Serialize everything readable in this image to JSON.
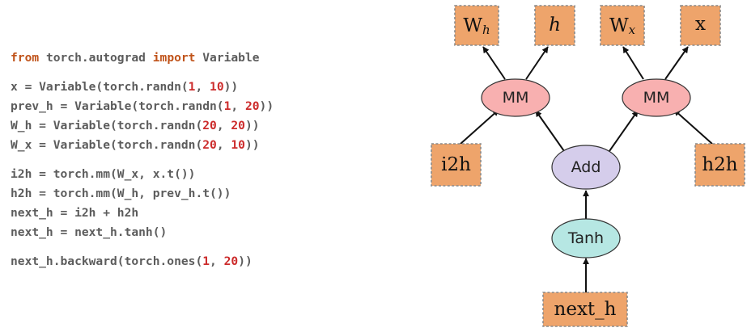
{
  "code": {
    "lines": [
      [
        {
          "t": "from",
          "c": "kw"
        },
        {
          "t": " torch.autograd "
        },
        {
          "t": "import",
          "c": "kw"
        },
        {
          "t": " Variable"
        }
      ],
      null,
      [
        {
          "t": "x = Variable(torch.randn("
        },
        {
          "t": "1",
          "c": "num"
        },
        {
          "t": ", "
        },
        {
          "t": "10",
          "c": "num"
        },
        {
          "t": "))"
        }
      ],
      [
        {
          "t": "prev_h = Variable(torch.randn("
        },
        {
          "t": "1",
          "c": "num"
        },
        {
          "t": ", "
        },
        {
          "t": "20",
          "c": "num"
        },
        {
          "t": "))"
        }
      ],
      [
        {
          "t": "W_h = Variable(torch.randn("
        },
        {
          "t": "20",
          "c": "num"
        },
        {
          "t": ", "
        },
        {
          "t": "20",
          "c": "num"
        },
        {
          "t": "))"
        }
      ],
      [
        {
          "t": "W_x = Variable(torch.randn("
        },
        {
          "t": "20",
          "c": "num"
        },
        {
          "t": ", "
        },
        {
          "t": "10",
          "c": "num"
        },
        {
          "t": "))"
        }
      ],
      null,
      [
        {
          "t": "i2h = torch.mm(W_x, x.t())"
        }
      ],
      [
        {
          "t": "h2h = torch.mm(W_h, prev_h.t())"
        }
      ],
      [
        {
          "t": "next_h = i2h + h2h"
        }
      ],
      [
        {
          "t": "next_h = next_h.tanh()"
        }
      ],
      null,
      [
        {
          "t": "next_h.backward(torch.ones("
        },
        {
          "t": "1",
          "c": "num"
        },
        {
          "t": ", "
        },
        {
          "t": "20",
          "c": "num"
        },
        {
          "t": "))"
        }
      ]
    ]
  },
  "graph": {
    "boxes": {
      "wh_base": "W",
      "wh_sub": "h",
      "h": "h",
      "wx_base": "W",
      "wx_sub": "x",
      "x": "x",
      "i2h": "i2h",
      "h2h": "h2h",
      "next_h": "next_h"
    },
    "ops": {
      "mm_left": "MM",
      "mm_right": "MM",
      "add": "Add",
      "tanh": "Tanh"
    }
  }
}
